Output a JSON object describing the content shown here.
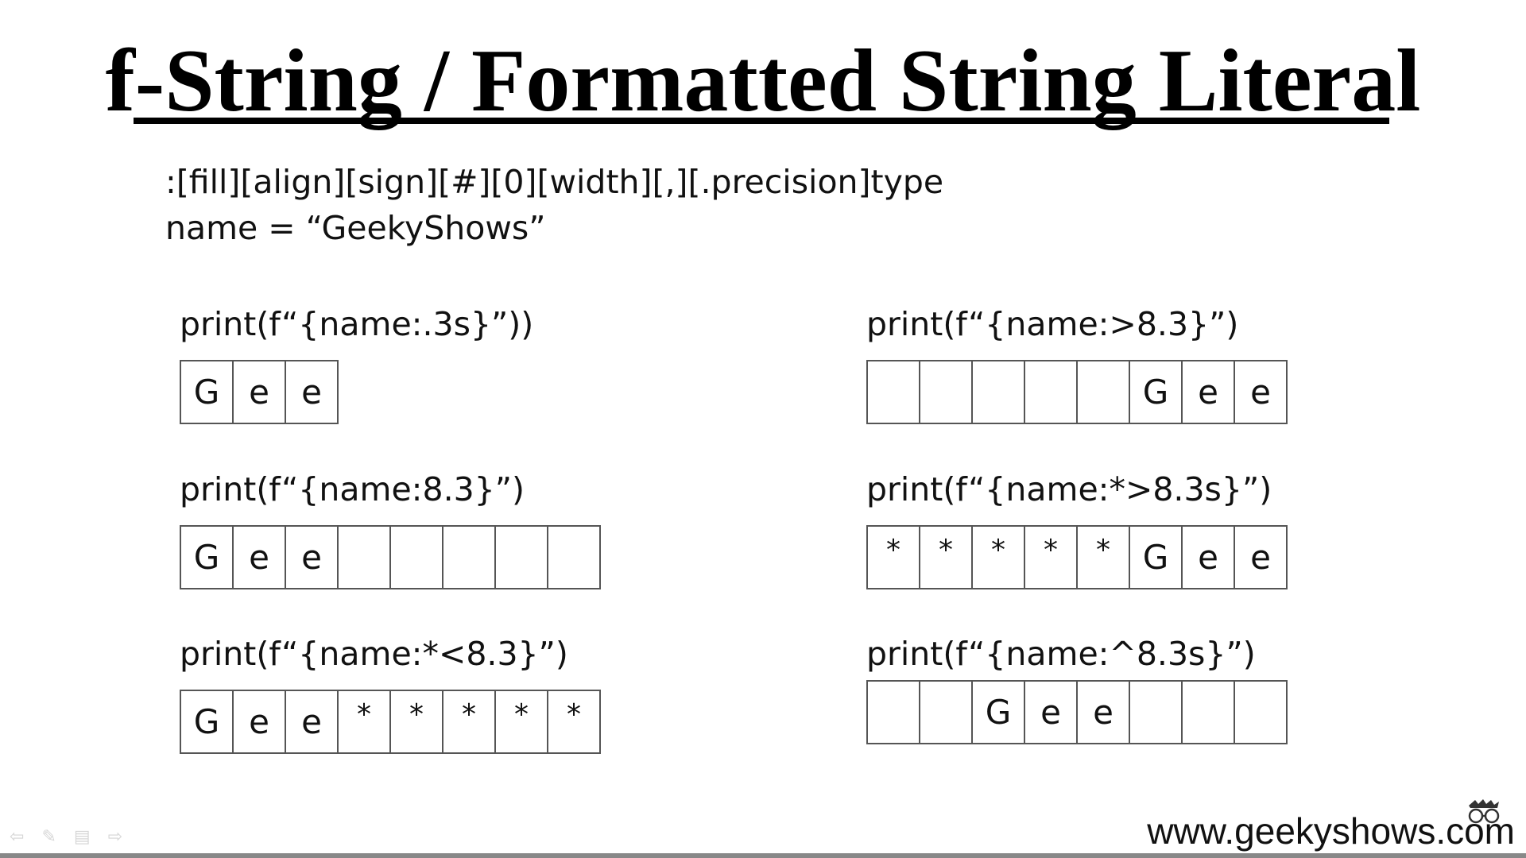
{
  "title": "f-String / Formatted String Literal",
  "spec": {
    "syntax": ":[fill][align][sign][#][0][width][,][.precision]type",
    "assignment": "name = “GeekyShows”"
  },
  "examples": [
    {
      "code": "print(f“{name:.3s}”))",
      "cells": [
        "G",
        "e",
        "e"
      ]
    },
    {
      "code": "print(f“{name:8.3}”)",
      "cells": [
        "G",
        "e",
        "e",
        "",
        "",
        "",
        "",
        ""
      ]
    },
    {
      "code": "print(f“{name:*<8.3}”)",
      "cells": [
        "G",
        "e",
        "e",
        "*",
        "*",
        "*",
        "*",
        "*"
      ]
    },
    {
      "code": "print(f“{name:>8.3}”)",
      "cells": [
        "",
        "",
        "",
        "",
        "",
        "G",
        "e",
        "e"
      ]
    },
    {
      "code": "print(f“{name:*>8.3s}”)",
      "cells": [
        "*",
        "*",
        "*",
        "*",
        "*",
        "G",
        "e",
        "e"
      ]
    },
    {
      "code": "print(f“{name:^8.3s}”)",
      "cells": [
        "",
        "",
        "G",
        "e",
        "e",
        "",
        "",
        ""
      ]
    }
  ],
  "footer": {
    "website": "www.geekyshows.com",
    "logo_icon": "geekyshows-glasses-icon"
  },
  "player_controls": [
    "previous-icon",
    "pen-icon",
    "menu-icon",
    "next-icon"
  ]
}
